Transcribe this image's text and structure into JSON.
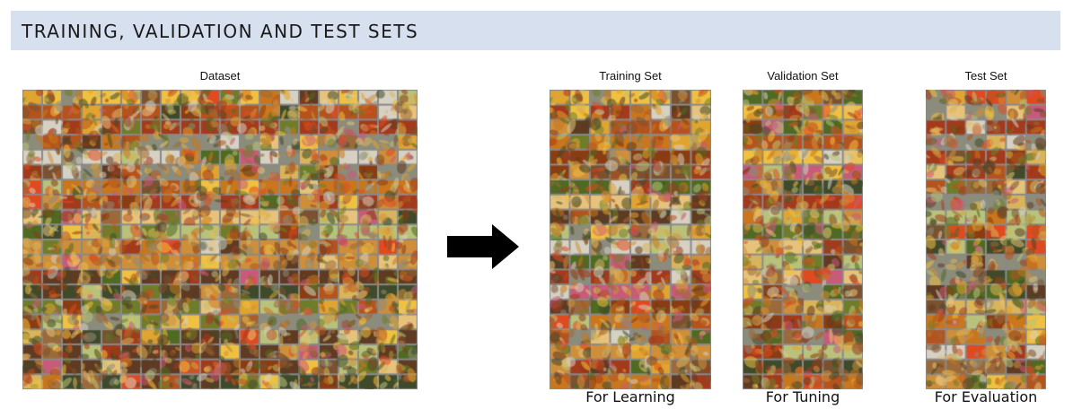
{
  "header": {
    "title": "TRAINING, VALIDATION AND TEST SETS"
  },
  "dataset": {
    "label": "Dataset",
    "rows": 20,
    "cols": 20
  },
  "training": {
    "label": "Training Set",
    "caption": "For Learning",
    "rows": 20,
    "cols": 8
  },
  "validation": {
    "label": "Validation Set",
    "caption": "For Tuning",
    "rows": 20,
    "cols": 6
  },
  "test": {
    "label": "Test Set",
    "caption": "For Evaluation",
    "rows": 20,
    "cols": 6
  },
  "arrow": {
    "icon": "right-arrow-icon",
    "color": "#000000"
  },
  "colors": {
    "header_bg": "#d6e0ef",
    "grid_line": "#8a8a8a"
  }
}
